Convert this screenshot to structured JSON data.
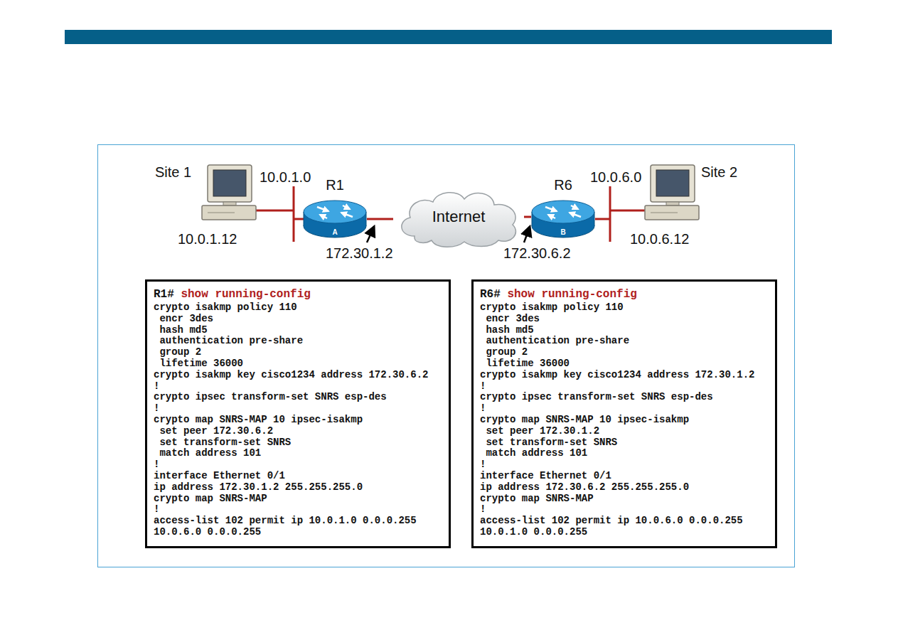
{
  "diagram": {
    "nodes": [
      {
        "text": [
          "R1",
          "A"
        ]
      },
      {
        "text": [
          "Internet"
        ]
      },
      {
        "text": [
          "R6",
          "B"
        ]
      },
      {
        "text": [
          "R1#",
          "show running-config",
          "crypto isakmp policy 110",
          " encr 3des",
          " hash md5",
          " authentication pre-share",
          " group 2",
          " lifetime 36000",
          "crypto isakmp key cisco1234 address 172.30.6.2",
          "!",
          "crypto ipsec transform-set SNRS esp-des",
          "!",
          "crypto map SNRS-MAP 10 ipsec-isakmp",
          " set peer 172.30.6.2",
          " set transform-set SNRS",
          " match address 101",
          "!",
          "interface Ethernet 0/1",
          "ip address 172.30.1.2 255.255.255.0",
          "crypto map SNRS-MAP",
          "!",
          "access-list 102 permit ip 10.0.1.0 0.0.0.255 10.0.6.0 0.0.0.255"
        ]
      },
      {
        "text": [
          "R6#",
          "show running-config",
          "crypto isakmp policy 110",
          " encr 3des",
          " hash md5",
          " authentication pre-share",
          " group 2",
          " lifetime 36000",
          "crypto isakmp key cisco1234 address 172.30.1.2",
          "!",
          "crypto ipsec transform-set SNRS esp-des",
          "!",
          "crypto map SNRS-MAP 10 ipsec-isakmp",
          " set peer 172.30.1.2",
          " set transform-set SNRS",
          " match address 101",
          "!",
          "interface Ethernet 0/1",
          "ip address 172.30.6.2 255.255.255.0",
          "crypto map SNRS-MAP",
          "!",
          "access-list 102 permit ip 10.0.6.0 0.0.0.255 10.0.1.0 0.0.0.255"
        ]
      }
    ],
    "edges": [
      {
        "from": 0,
        "to": 1,
        "arrow": "none"
      },
      {
        "from": 1,
        "to": 2,
        "arrow": "none"
      }
    ],
    "labels": [
      "Site 1",
      "10.0.1.0",
      "10.0.1.12",
      "172.30.1.2",
      "172.30.6.2",
      "10.0.6.0",
      "Site 2",
      "10.0.6.12"
    ]
  }
}
